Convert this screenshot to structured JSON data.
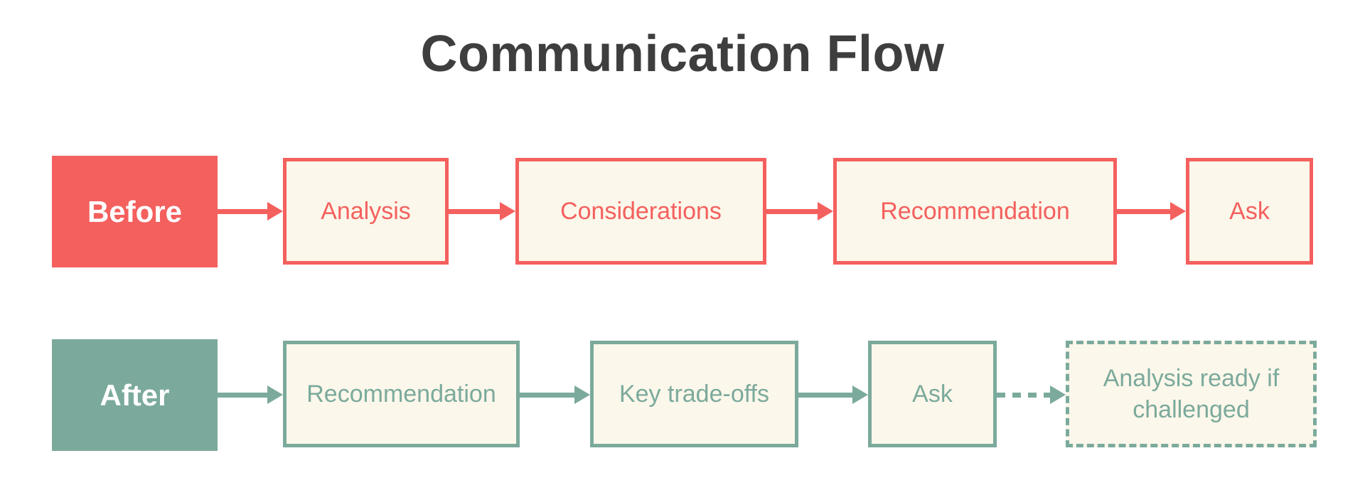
{
  "title": "Communication Flow",
  "colors": {
    "background": "#FFFFFF",
    "title_text": "#3E3E3E",
    "label_text": "#FFFFFF",
    "box_fill": "#FBF7EA",
    "before_accent": "#F4605E",
    "after_accent": "#7BAA9C"
  },
  "rows": [
    {
      "label": "Before",
      "nodes": [
        {
          "label": "Analysis"
        },
        {
          "label": "Considerations"
        },
        {
          "label": "Recommendation"
        },
        {
          "label": "Ask"
        }
      ]
    },
    {
      "label": "After",
      "nodes": [
        {
          "label": "Recommendation"
        },
        {
          "label": "Key trade-offs"
        },
        {
          "label": "Ask"
        },
        {
          "label": "Analysis ready if challenged",
          "border_style": "dashed",
          "arrow_in_style": "dashed"
        }
      ]
    }
  ]
}
